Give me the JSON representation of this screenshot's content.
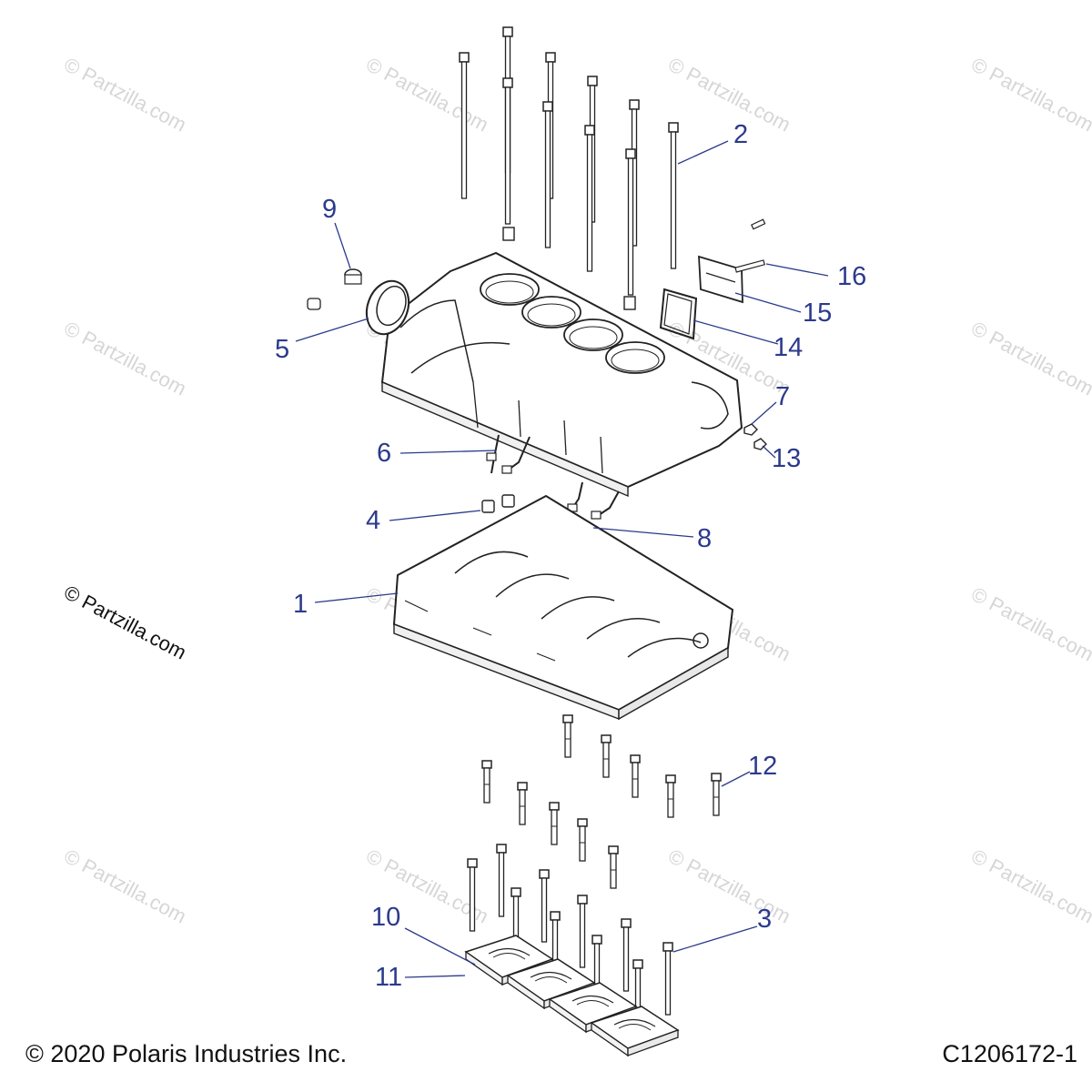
{
  "watermark": "© Partzilla.com",
  "watermark_prominent": "© Partzilla.com",
  "copyright": "© 2020 Polaris Industries Inc.",
  "diagram_code": "C1206172-1",
  "callouts": [
    "1",
    "2",
    "3",
    "4",
    "5",
    "6",
    "7",
    "8",
    "9",
    "10",
    "11",
    "12",
    "13",
    "14",
    "15",
    "16"
  ],
  "colors": {
    "callout": "#2b3a8c",
    "leader": "#2b3a8c",
    "line_art": "#222222"
  }
}
